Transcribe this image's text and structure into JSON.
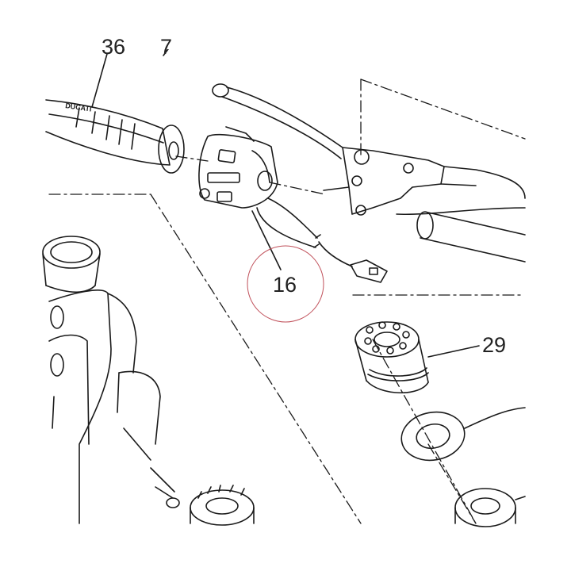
{
  "diagram": {
    "callouts": [
      {
        "id": "c36",
        "label": "36"
      },
      {
        "id": "c7",
        "label": "7"
      },
      {
        "id": "c16",
        "label": "16"
      },
      {
        "id": "c29",
        "label": "29"
      }
    ],
    "grip_brand_text": "DUCATI",
    "highlight_color": "#c0505a",
    "line_color": "#1a1a1a"
  }
}
